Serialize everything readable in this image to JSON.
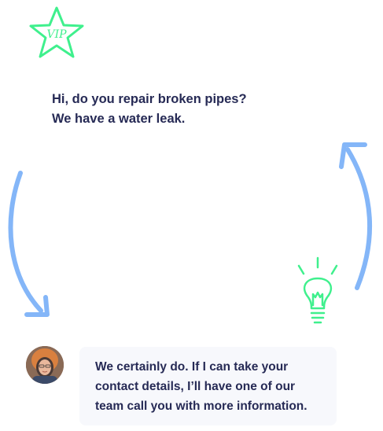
{
  "badge": {
    "text": "VIP",
    "color": "#3ff08d"
  },
  "conversation": {
    "customer_message": {
      "lines": [
        "Hi, do you repair broken pipes?",
        "We have a water leak."
      ]
    },
    "agent_message": {
      "lines": [
        "We certainly do. If I can take your",
        "contact details, I’ll have one of our",
        "team call you with more information."
      ]
    }
  },
  "icons": {
    "badge": "star-icon",
    "arrow_down": "curved-arrow-down-icon",
    "arrow_up": "curved-arrow-up-icon",
    "idea": "lightbulb-icon",
    "agent_avatar": "avatar"
  },
  "colors": {
    "text": "#262a55",
    "arrow": "#84b6f8",
    "accent": "#3ff08d",
    "bubble_bg": "#f7f8fc"
  }
}
